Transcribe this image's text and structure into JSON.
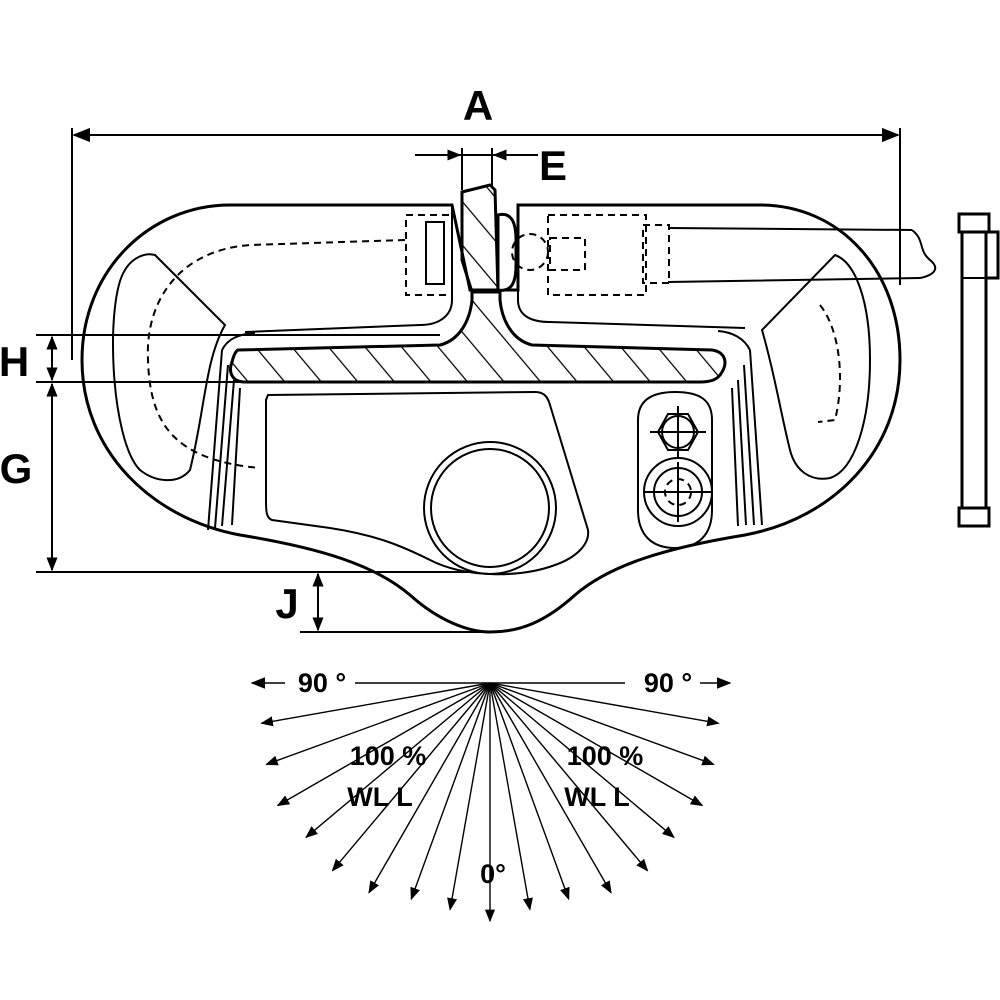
{
  "dimensions": {
    "a": "A",
    "e": "E",
    "h": "H",
    "g": "G",
    "j": "J"
  },
  "load_angles": {
    "left_max": "90 °",
    "right_max": "90 °",
    "left_percent": "100 %",
    "left_wll": "WL L",
    "right_percent": "100 %",
    "right_wll": "WL L",
    "center": "0°"
  },
  "line_color": "#000000",
  "background": "#ffffff"
}
